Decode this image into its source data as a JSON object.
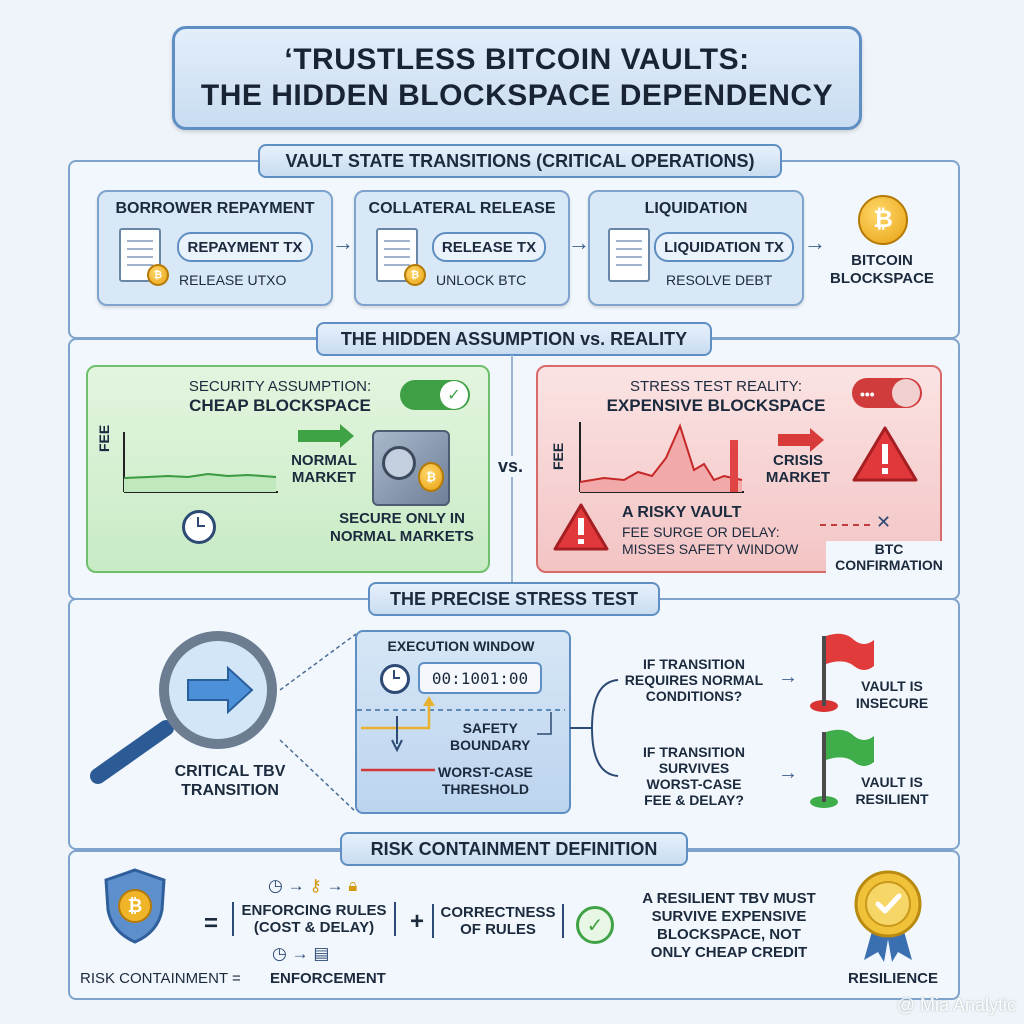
{
  "title": {
    "line1": "‘TRUSTLESS BITCOIN VAULTS:",
    "line2": "THE HIDDEN BLOCKSPACE DEPENDENCY"
  },
  "section1": {
    "heading": "VAULT STATE TRANSITIONS (CRITICAL OPERATIONS)",
    "cards": [
      {
        "title": "BORROWER REPAYMENT",
        "tx": "REPAYMENT TX",
        "sub": "RELEASE UTXO"
      },
      {
        "title": "COLLATERAL RELEASE",
        "tx": "RELEASE TX",
        "sub": "UNLOCK BTC"
      },
      {
        "title": "LIQUIDATION",
        "tx": "LIQUIDATION TX",
        "sub": "RESOLVE DEBT"
      }
    ],
    "target": {
      "line1": "BITCOIN",
      "line2": "BLOCKSPACE"
    }
  },
  "section2": {
    "heading": "THE HIDDEN ASSUMPTION vs. REALITY",
    "left": {
      "label": "SECURITY ASSUMPTION:",
      "value": "CHEAP BLOCKSPACE",
      "axis": "FEE",
      "market_line1": "NORMAL",
      "market_line2": "MARKET",
      "note_line1": "SECURE ONLY IN",
      "note_line2": "NORMAL MARKETS"
    },
    "vs": "vs.",
    "right": {
      "label": "STRESS TEST REALITY:",
      "value": "EXPENSIVE BLOCKSPACE",
      "axis": "FEE",
      "market_line1": "CRISIS",
      "market_line2": "MARKET",
      "risk_title": "A RISKY VAULT",
      "risk_line1": "FEE SURGE OR DELAY:",
      "risk_line2": "MISSES SAFETY WINDOW",
      "conf_line1": "BTC",
      "conf_line2": "CONFIRMATION"
    }
  },
  "section3": {
    "heading": "THE PRECISE STRESS TEST",
    "lens_line1": "CRITICAL TBV",
    "lens_line2": "TRANSITION",
    "window_title": "EXECUTION WINDOW",
    "timer": "00:1001:00",
    "boundary_line1": "SAFETY",
    "boundary_line2": "BOUNDARY",
    "threshold_line1": "WORST-CASE",
    "threshold_line2": "THRESHOLD",
    "q1": [
      "IF TRANSITION",
      "REQUIRES NORMAL",
      "CONDITIONS?"
    ],
    "q2": [
      "IF TRANSITION",
      "SURVIVES",
      "WORST-CASE",
      "FEE & DELAY?"
    ],
    "r1": [
      "VAULT IS",
      "INSECURE"
    ],
    "r2": [
      "VAULT IS",
      "RESILIENT"
    ],
    "colors": {
      "red_flag": "#e23b3b",
      "green_flag": "#3fae4a"
    }
  },
  "section4": {
    "heading": "RISK CONTAINMENT DEFINITION",
    "equals": "=",
    "plus": "+",
    "rules_line1": "ENFORCING RULES",
    "rules_line2": "(COST & DELAY)",
    "correct_line1": "CORRECTNESS",
    "correct_line2": "OF RULES",
    "statement": [
      "A RESILIENT TBV MUST",
      "SURVIVE EXPENSIVE",
      "BLOCKSPACE, NOT",
      "ONLY CHEAP CREDIT"
    ],
    "footer_left": "RISK CONTAINMENT =",
    "footer_mid": "ENFORCEMENT",
    "footer_right": "RESILIENCE"
  },
  "watermark": "@ Mia Analytic",
  "colors": {
    "accent": "#5f8fc2",
    "green_panel": "#d6f0d4",
    "red_panel": "#f8d4d4",
    "coin": "#f0b429"
  },
  "icons": [
    "document-icon",
    "bitcoin-coin-icon",
    "arrow-icon",
    "toggle-check-icon",
    "toggle-off-icon",
    "vault-safe-icon",
    "clock-icon",
    "warning-icon",
    "magnifier-icon",
    "flag-icon",
    "shield-icon",
    "key-icon",
    "lock-icon",
    "check-icon",
    "medal-icon"
  ]
}
